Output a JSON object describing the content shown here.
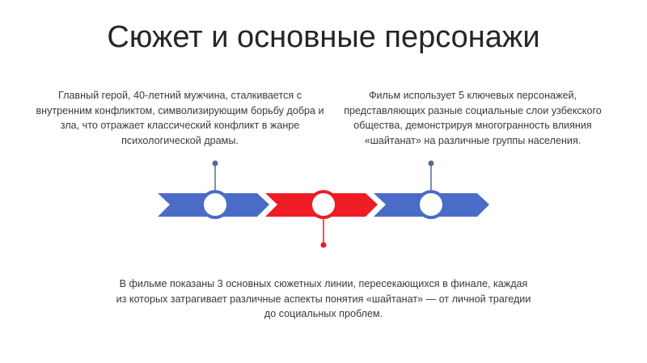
{
  "slide": {
    "title": "Сюжет и основные персонажи",
    "blocks": {
      "left": "Главный герой, 40-летний мужчина, сталкивается с внутренним конфликтом, символизирующим борьбу добра и зла, что отражает классический конфликт в жанре психологической драмы.",
      "right": "Фильм использует 5 ключевых персонажей, представляющих разные социальные слои узбекского общества, демонстрируя многогранность влияния «шайтанат» на различные группы населения.",
      "bottom": "В фильме показаны 3 основных сюжетных линии, пересекающихся в финале, каждая из которых затрагивает различные аспекты понятия «шайтанат» — от личной трагедии до социальных проблем."
    }
  },
  "colors": {
    "blue": "#4a6cc6",
    "red": "#ee1c25",
    "title": "#262626",
    "text": "#3a3a3a",
    "pin_blue": "#5a6a8a",
    "pin_red": "#e0202a"
  }
}
